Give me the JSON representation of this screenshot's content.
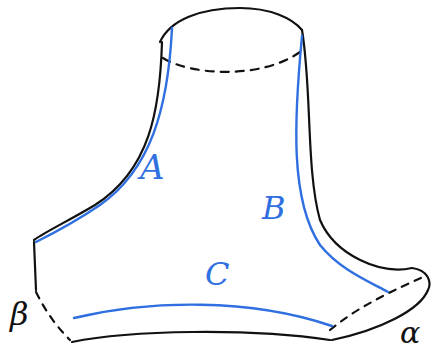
{
  "diagram": {
    "labels": [
      "A",
      "B",
      "C",
      "β",
      "α"
    ]
  }
}
